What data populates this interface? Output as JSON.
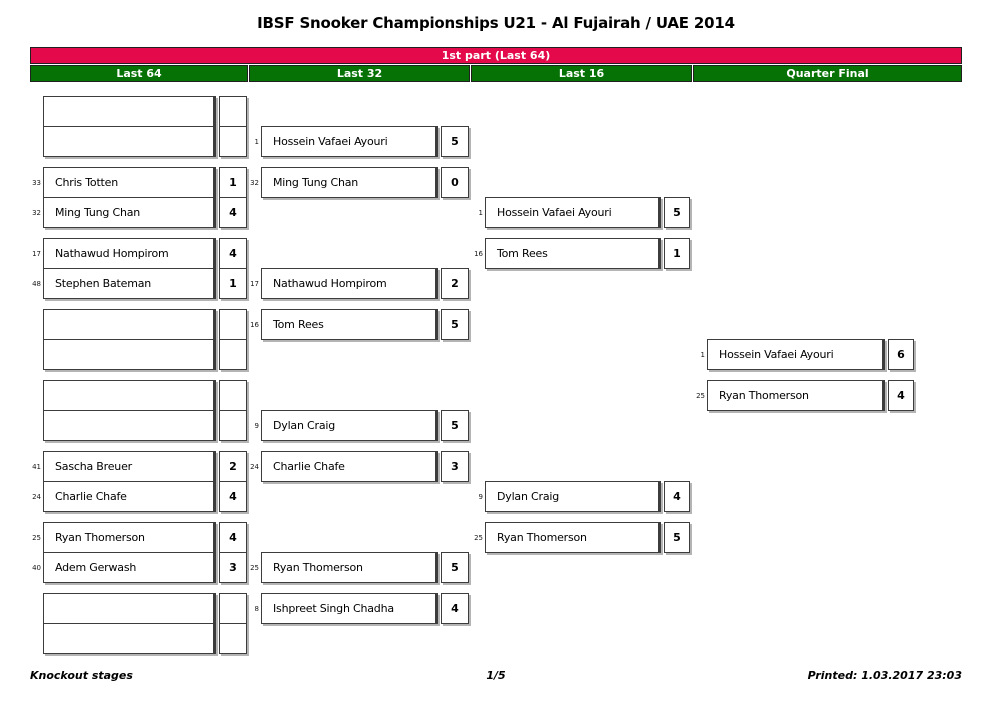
{
  "title": "IBSF Snooker Championships U21 - Al Fujairah / UAE 2014",
  "banner": {
    "label": "1st part (Last 64)"
  },
  "columns": [
    {
      "label": "Last 64"
    },
    {
      "label": "Last 32"
    },
    {
      "label": "Last 16"
    },
    {
      "label": "Quarter Final"
    }
  ],
  "colors": {
    "banner_red": "#e3094b",
    "header_green": "#067206",
    "box_border": "#3c3c3c",
    "box_shadow": "#b4b4b4"
  },
  "bracket": {
    "last64": [
      {
        "seed": "",
        "name": "",
        "score": ""
      },
      {
        "seed": "",
        "name": "",
        "score": ""
      },
      {
        "seed": "33",
        "name": "Chris Totten",
        "score": "1"
      },
      {
        "seed": "32",
        "name": "Ming Tung Chan",
        "score": "4"
      },
      {
        "seed": "17",
        "name": "Nathawud Hompirom",
        "score": "4"
      },
      {
        "seed": "48",
        "name": "Stephen Bateman",
        "score": "1"
      },
      {
        "seed": "",
        "name": "",
        "score": ""
      },
      {
        "seed": "",
        "name": "",
        "score": ""
      },
      {
        "seed": "",
        "name": "",
        "score": ""
      },
      {
        "seed": "",
        "name": "",
        "score": ""
      },
      {
        "seed": "41",
        "name": "Sascha Breuer",
        "score": "2"
      },
      {
        "seed": "24",
        "name": "Charlie Chafe",
        "score": "4"
      },
      {
        "seed": "25",
        "name": "Ryan Thomerson",
        "score": "4"
      },
      {
        "seed": "40",
        "name": "Adem Gerwash",
        "score": "3"
      },
      {
        "seed": "",
        "name": "",
        "score": ""
      },
      {
        "seed": "",
        "name": "",
        "score": ""
      }
    ],
    "last32": [
      {
        "seed": "1",
        "name": "Hossein Vafaei Ayouri",
        "score": "5"
      },
      {
        "seed": "32",
        "name": "Ming Tung Chan",
        "score": "0"
      },
      {
        "seed": "17",
        "name": "Nathawud Hompirom",
        "score": "2"
      },
      {
        "seed": "16",
        "name": "Tom Rees",
        "score": "5"
      },
      {
        "seed": "9",
        "name": "Dylan Craig",
        "score": "5"
      },
      {
        "seed": "24",
        "name": "Charlie Chafe",
        "score": "3"
      },
      {
        "seed": "25",
        "name": "Ryan Thomerson",
        "score": "5"
      },
      {
        "seed": "8",
        "name": "Ishpreet Singh Chadha",
        "score": "4"
      }
    ],
    "last16": [
      {
        "seed": "1",
        "name": "Hossein Vafaei Ayouri",
        "score": "5"
      },
      {
        "seed": "16",
        "name": "Tom Rees",
        "score": "1"
      },
      {
        "seed": "9",
        "name": "Dylan Craig",
        "score": "4"
      },
      {
        "seed": "25",
        "name": "Ryan Thomerson",
        "score": "5"
      }
    ],
    "quarterfinal": [
      {
        "seed": "1",
        "name": "Hossein Vafaei Ayouri",
        "score": "6"
      },
      {
        "seed": "25",
        "name": "Ryan Thomerson",
        "score": "4"
      }
    ]
  },
  "footer": {
    "left": "Knockout stages",
    "center": "1/5",
    "right": "Printed: 1.03.2017 23:03"
  }
}
